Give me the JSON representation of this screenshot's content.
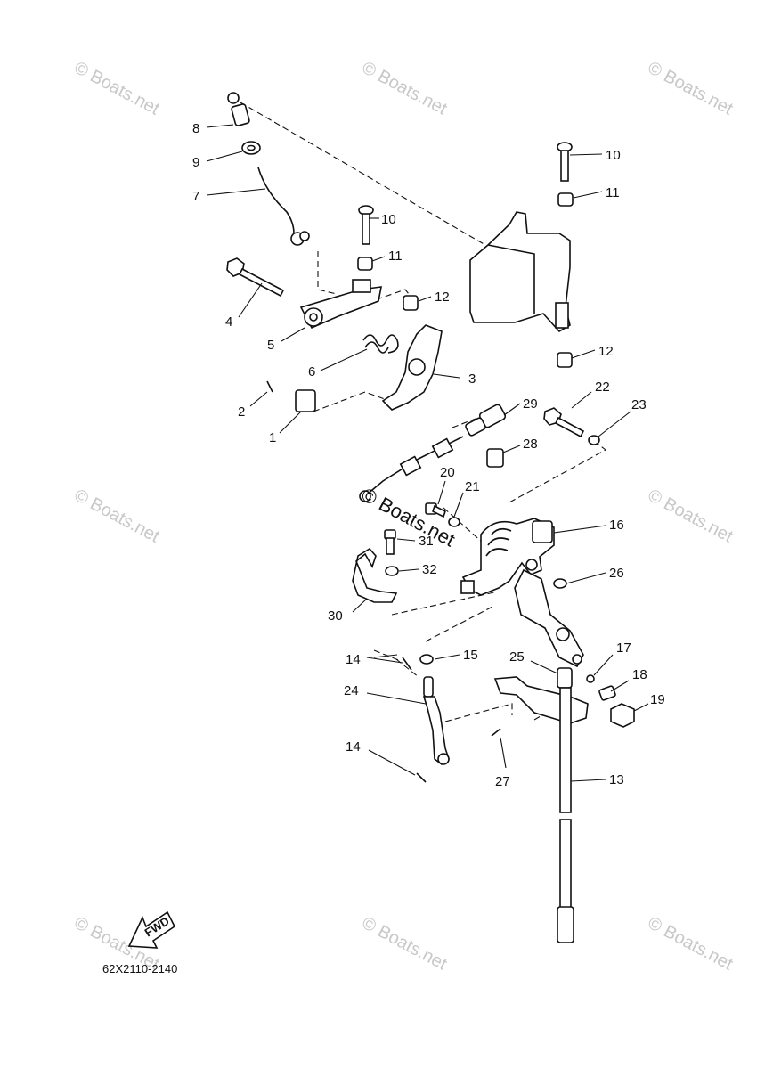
{
  "diagram_code": "62X2110-2140",
  "direction_label": "FWD",
  "watermark_text": "© Boats.net",
  "center_watermark_text": "© Boats.net",
  "callouts": {
    "c1": "1",
    "c2": "2",
    "c3": "3",
    "c4": "4",
    "c5": "5",
    "c6": "6",
    "c7": "7",
    "c8": "8",
    "c9": "9",
    "c10a": "10",
    "c10b": "10",
    "c11a": "11",
    "c11b": "11",
    "c12a": "12",
    "c12b": "12",
    "c13": "13",
    "c14a": "14",
    "c14b": "14",
    "c15": "15",
    "c16": "16",
    "c17": "17",
    "c18": "18",
    "c19": "19",
    "c20": "20",
    "c21": "21",
    "c22": "22",
    "c23": "23",
    "c24": "24",
    "c25": "25",
    "c26": "26",
    "c27": "27",
    "c28": "28",
    "c29": "29",
    "c30": "30",
    "c31": "31",
    "c32": "32"
  }
}
